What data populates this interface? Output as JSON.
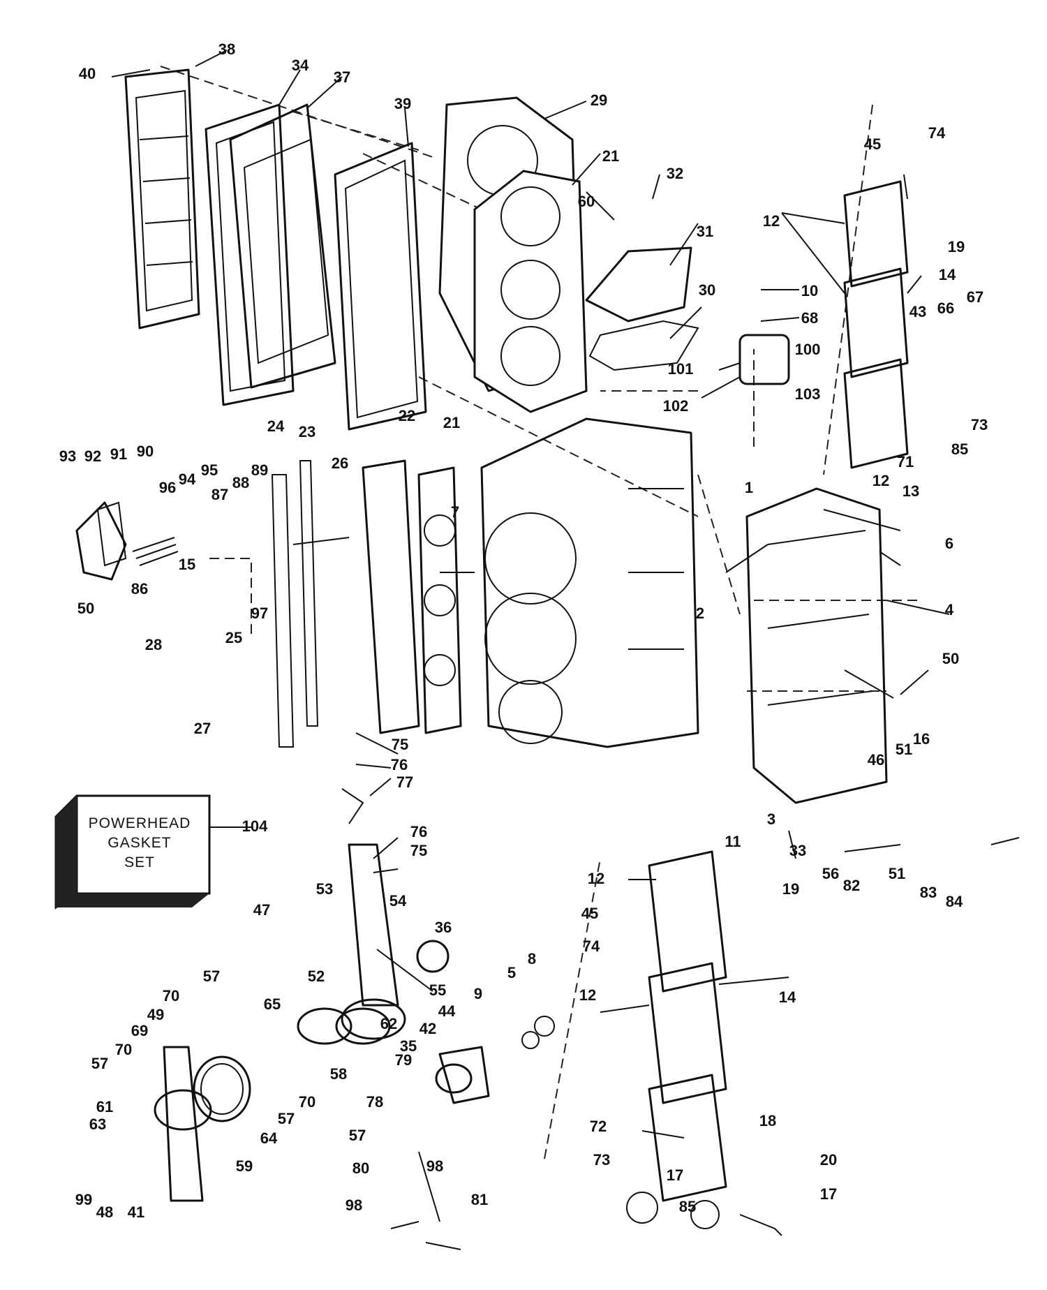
{
  "gasket_set": {
    "line1": "POWERHEAD",
    "line2": "GASKET",
    "line3": "SET",
    "callout": "104"
  },
  "callouts": [
    {
      "id": "1",
      "label": "1"
    },
    {
      "id": "2",
      "label": "2"
    },
    {
      "id": "3",
      "label": "3"
    },
    {
      "id": "4",
      "label": "4"
    },
    {
      "id": "5",
      "label": "5"
    },
    {
      "id": "6",
      "label": "6"
    },
    {
      "id": "7",
      "label": "7"
    },
    {
      "id": "8",
      "label": "8"
    },
    {
      "id": "9",
      "label": "9"
    },
    {
      "id": "10",
      "label": "10"
    },
    {
      "id": "11",
      "label": "11"
    },
    {
      "id": "12a",
      "label": "12"
    },
    {
      "id": "12b",
      "label": "12"
    },
    {
      "id": "12c",
      "label": "12"
    },
    {
      "id": "12d",
      "label": "12"
    },
    {
      "id": "13",
      "label": "13"
    },
    {
      "id": "14a",
      "label": "14"
    },
    {
      "id": "14b",
      "label": "14"
    },
    {
      "id": "15",
      "label": "15"
    },
    {
      "id": "16",
      "label": "16"
    },
    {
      "id": "17a",
      "label": "17"
    },
    {
      "id": "17b",
      "label": "17"
    },
    {
      "id": "18",
      "label": "18"
    },
    {
      "id": "19a",
      "label": "19"
    },
    {
      "id": "19b",
      "label": "19"
    },
    {
      "id": "20",
      "label": "20"
    },
    {
      "id": "21a",
      "label": "21"
    },
    {
      "id": "21b",
      "label": "21"
    },
    {
      "id": "22",
      "label": "22"
    },
    {
      "id": "23",
      "label": "23"
    },
    {
      "id": "24",
      "label": "24"
    },
    {
      "id": "25",
      "label": "25"
    },
    {
      "id": "26",
      "label": "26"
    },
    {
      "id": "27",
      "label": "27"
    },
    {
      "id": "28",
      "label": "28"
    },
    {
      "id": "29",
      "label": "29"
    },
    {
      "id": "30",
      "label": "30"
    },
    {
      "id": "31",
      "label": "31"
    },
    {
      "id": "32",
      "label": "32"
    },
    {
      "id": "33",
      "label": "33"
    },
    {
      "id": "34",
      "label": "34"
    },
    {
      "id": "35",
      "label": "35"
    },
    {
      "id": "36",
      "label": "36"
    },
    {
      "id": "37",
      "label": "37"
    },
    {
      "id": "38",
      "label": "38"
    },
    {
      "id": "39",
      "label": "39"
    },
    {
      "id": "40",
      "label": "40"
    },
    {
      "id": "41",
      "label": "41"
    },
    {
      "id": "42",
      "label": "42"
    },
    {
      "id": "43",
      "label": "43"
    },
    {
      "id": "44",
      "label": "44"
    },
    {
      "id": "45a",
      "label": "45"
    },
    {
      "id": "45b",
      "label": "45"
    },
    {
      "id": "46",
      "label": "46"
    },
    {
      "id": "47",
      "label": "47"
    },
    {
      "id": "48",
      "label": "48"
    },
    {
      "id": "49",
      "label": "49"
    },
    {
      "id": "50a",
      "label": "50"
    },
    {
      "id": "50b",
      "label": "50"
    },
    {
      "id": "51a",
      "label": "51"
    },
    {
      "id": "51b",
      "label": "51"
    },
    {
      "id": "52",
      "label": "52"
    },
    {
      "id": "53",
      "label": "53"
    },
    {
      "id": "54",
      "label": "54"
    },
    {
      "id": "55",
      "label": "55"
    },
    {
      "id": "56",
      "label": "56"
    },
    {
      "id": "57a",
      "label": "57"
    },
    {
      "id": "57b",
      "label": "57"
    },
    {
      "id": "57c",
      "label": "57"
    },
    {
      "id": "57d",
      "label": "57"
    },
    {
      "id": "58",
      "label": "58"
    },
    {
      "id": "59",
      "label": "59"
    },
    {
      "id": "60",
      "label": "60"
    },
    {
      "id": "61",
      "label": "61"
    },
    {
      "id": "62",
      "label": "62"
    },
    {
      "id": "63",
      "label": "63"
    },
    {
      "id": "64",
      "label": "64"
    },
    {
      "id": "65",
      "label": "65"
    },
    {
      "id": "66",
      "label": "66"
    },
    {
      "id": "67",
      "label": "67"
    },
    {
      "id": "68",
      "label": "68"
    },
    {
      "id": "69",
      "label": "69"
    },
    {
      "id": "70a",
      "label": "70"
    },
    {
      "id": "70b",
      "label": "70"
    },
    {
      "id": "70c",
      "label": "70"
    },
    {
      "id": "71",
      "label": "71"
    },
    {
      "id": "72",
      "label": "72"
    },
    {
      "id": "73a",
      "label": "73"
    },
    {
      "id": "73b",
      "label": "73"
    },
    {
      "id": "74a",
      "label": "74"
    },
    {
      "id": "74b",
      "label": "74"
    },
    {
      "id": "75a",
      "label": "75"
    },
    {
      "id": "75b",
      "label": "75"
    },
    {
      "id": "76a",
      "label": "76"
    },
    {
      "id": "76b",
      "label": "76"
    },
    {
      "id": "77",
      "label": "77"
    },
    {
      "id": "78",
      "label": "78"
    },
    {
      "id": "79",
      "label": "79"
    },
    {
      "id": "80",
      "label": "80"
    },
    {
      "id": "81",
      "label": "81"
    },
    {
      "id": "82",
      "label": "82"
    },
    {
      "id": "83",
      "label": "83"
    },
    {
      "id": "84",
      "label": "84"
    },
    {
      "id": "85a",
      "label": "85"
    },
    {
      "id": "85b",
      "label": "85"
    },
    {
      "id": "86",
      "label": "86"
    },
    {
      "id": "87",
      "label": "87"
    },
    {
      "id": "88",
      "label": "88"
    },
    {
      "id": "89",
      "label": "89"
    },
    {
      "id": "90",
      "label": "90"
    },
    {
      "id": "91",
      "label": "91"
    },
    {
      "id": "92",
      "label": "92"
    },
    {
      "id": "93",
      "label": "93"
    },
    {
      "id": "94",
      "label": "94"
    },
    {
      "id": "95",
      "label": "95"
    },
    {
      "id": "96",
      "label": "96"
    },
    {
      "id": "97",
      "label": "97"
    },
    {
      "id": "98a",
      "label": "98"
    },
    {
      "id": "98b",
      "label": "98"
    },
    {
      "id": "99",
      "label": "99"
    },
    {
      "id": "100",
      "label": "100"
    },
    {
      "id": "101",
      "label": "101"
    },
    {
      "id": "102",
      "label": "102"
    },
    {
      "id": "103",
      "label": "103"
    }
  ]
}
